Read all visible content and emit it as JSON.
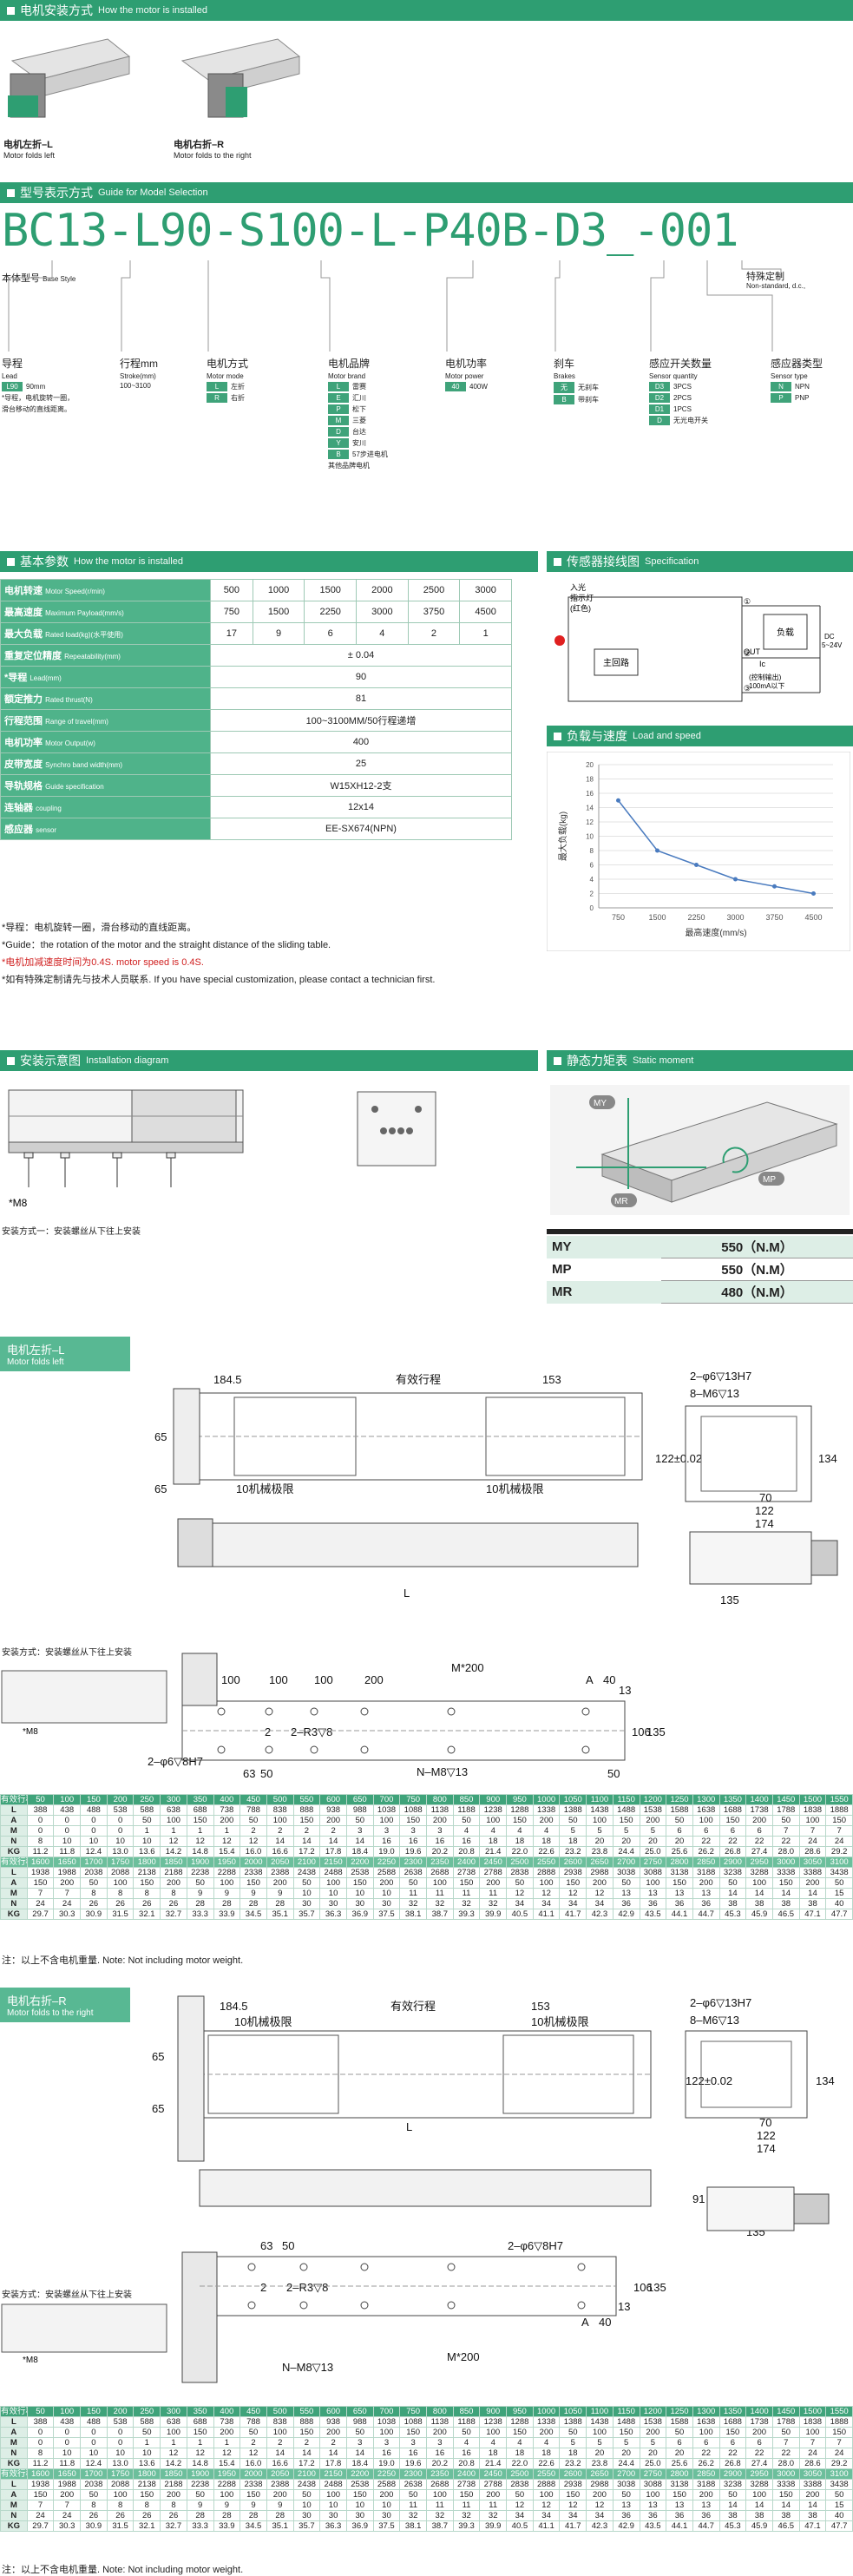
{
  "section1": {
    "title": "电机安装方式",
    "en": "How the motor is installed",
    "left_cn": "电机左折–L",
    "left_en": "Motor folds left",
    "right_cn": "电机右折–R",
    "right_en": "Motor folds to the right"
  },
  "section2": {
    "title": "型号表示方式",
    "en": "Guide for Model Selection"
  },
  "model": {
    "code": "BC13-L90-S100-L-P40B-D3_-001",
    "base_cn": "本体型号",
    "base_en": "Base Style",
    "custom_cn": "特殊定制",
    "custom_en": "Non-standard, d.c.,"
  },
  "legends": {
    "lead": {
      "cn": "导程",
      "en": "Lead",
      "tag": "L90",
      "val": "90mm",
      "note1": "*导程，电机旋转一圈，",
      "note2": "滑台移动的直线距离。"
    },
    "stroke": {
      "cn": "行程mm",
      "en": "Stroke(mm)",
      "val": "100~3100"
    },
    "mode": {
      "cn": "电机方式",
      "en": "Motor mode",
      "items": [
        [
          "L",
          "左折"
        ],
        [
          "R",
          "右折"
        ]
      ]
    },
    "brand": {
      "cn": "电机品牌",
      "en": "Motor brand",
      "items": [
        [
          "L",
          "雷赛"
        ],
        [
          "E",
          "汇川"
        ],
        [
          "P",
          "松下"
        ],
        [
          "M",
          "三菱"
        ],
        [
          "D",
          "台达"
        ],
        [
          "Y",
          "安川"
        ],
        [
          "B",
          "57步进电机"
        ]
      ],
      "extra": "其他品牌电机"
    },
    "power": {
      "cn": "电机功率",
      "en": "Motor power",
      "items": [
        [
          "40",
          "400W"
        ]
      ]
    },
    "brake": {
      "cn": "刹车",
      "en": "Brakes",
      "items": [
        [
          "无",
          "无刹车"
        ],
        [
          "B",
          "带刹车"
        ]
      ]
    },
    "sensor_qty": {
      "cn": "感应开关数量",
      "en": "Sensor quantity",
      "items": [
        [
          "D3",
          "3PCS"
        ],
        [
          "D2",
          "2PCS"
        ],
        [
          "D1",
          "1PCS"
        ],
        [
          "D",
          "无光电开关"
        ]
      ]
    },
    "sensor_type": {
      "cn": "感应器类型",
      "en": "Sensor type",
      "items": [
        [
          "N",
          "NPN"
        ],
        [
          "P",
          "PNP"
        ]
      ]
    }
  },
  "section3": {
    "title": "基本参数",
    "en": "How the motor is installed"
  },
  "params": [
    {
      "cn": "电机转速",
      "en": "Motor Speed(r/min)",
      "vals": [
        "500",
        "1000",
        "1500",
        "2000",
        "2500",
        "3000"
      ]
    },
    {
      "cn": "最高速度",
      "en": "Maximum Payload(mm/s)",
      "vals": [
        "750",
        "1500",
        "2250",
        "3000",
        "3750",
        "4500"
      ]
    },
    {
      "cn": "最大负载",
      "en": "Rated load(kg)(水平使用)",
      "vals": [
        "17",
        "9",
        "6",
        "4",
        "2",
        "1"
      ]
    },
    {
      "cn": "重复定位精度",
      "en": "Repeatability(mm)",
      "span": "± 0.04"
    },
    {
      "cn": "*导程",
      "en": "Lead(mm)",
      "span": "90"
    },
    {
      "cn": "额定推力",
      "en": "Rated thrust(N)",
      "span": "81"
    },
    {
      "cn": "行程范围",
      "en": "Range of travel(mm)",
      "span": "100~3100MM/50行程递增"
    },
    {
      "cn": "电机功率",
      "en": "Motor Output(w)",
      "span": "400"
    },
    {
      "cn": "皮带宽度",
      "en": "Synchro band width(mm)",
      "span": "25"
    },
    {
      "cn": "导轨规格",
      "en": "Guide specification",
      "span": "W15XH12-2支"
    },
    {
      "cn": "连轴器",
      "en": "coupling",
      "span": "12x14"
    },
    {
      "cn": "感应器",
      "en": "sensor",
      "span": "EE-SX674(NPN)"
    }
  ],
  "param_notes": {
    "n1": "*导程：电机旋转一圈，滑台移动的直线距离。",
    "n2": "*Guide：the rotation of the motor and the straight distance of the sliding table.",
    "n3": "*电机加减速度时间为0.4S.   motor speed is 0.4S.",
    "n4": "*如有特殊定制请先与技术人员联系.    If you have special customization, please contact a technician first."
  },
  "section4": {
    "title": "传感器接线图",
    "en": "Specification",
    "light": "入光",
    "light2": "指示灯",
    "light3": "(红色)",
    "main": "主回路",
    "load": "负载",
    "out": "OUT",
    "ic": "Ic",
    "ctrl": "(控制输出)",
    "ctrl2": "100mA以下",
    "dc": "DC",
    "volt": "5~24V",
    "p1": "①",
    "p2": "②",
    "p3": "③"
  },
  "section5": {
    "title": "负载与速度",
    "en": "Load and speed"
  },
  "chart_data": {
    "type": "line",
    "x": [
      750,
      1500,
      2250,
      3000,
      3750,
      4500
    ],
    "y": [
      15,
      8,
      6,
      4,
      3,
      2
    ],
    "xlabel": "最高速度(mm/s)",
    "ylabel": "最大负载(kg)",
    "xticks": [
      "750",
      "1500",
      "2250",
      "3000",
      "3750",
      "4500"
    ],
    "yticks": [
      "0",
      "2",
      "4",
      "6",
      "8",
      "10",
      "12",
      "14",
      "16",
      "18",
      "20"
    ],
    "ylim": [
      0,
      20
    ],
    "color": "#4a7bbf",
    "grid": true
  },
  "section6": {
    "title": "安装示意图",
    "en": "Installation diagram",
    "m8": "*M8",
    "method": "安装方式一：安装螺丝从下往上安装"
  },
  "section7": {
    "title": "静态力矩表",
    "en": "Static moment",
    "my": "MY",
    "mp": "MP",
    "mr": "MR"
  },
  "moments": [
    [
      "MY",
      "550（N.M）"
    ],
    [
      "MP",
      "550（N.M）"
    ],
    [
      "MR",
      "480（N.M）"
    ]
  ],
  "left_block": {
    "cn": "电机左折–L",
    "en": "Motor folds left"
  },
  "right_block": {
    "cn": "电机右折–R",
    "en": "Motor folds to the right"
  },
  "drawing": {
    "d1845": "184.5",
    "eff": "有效行程",
    "d153": "153",
    "hole13": "2–φ6▽13H7",
    "m6": "8–M6▽13",
    "d65": "65",
    "d122": "122±0.02",
    "d134": "134",
    "d70": "70",
    "d122b": "122",
    "d174": "174",
    "lim": "10机械极限",
    "L": "L",
    "d91": "91",
    "d135": "135",
    "d100": "100",
    "d200": "200",
    "m200": "M*200",
    "A": "A",
    "d40": "40",
    "d13": "13",
    "r3": "2–R3▽8",
    "phi": "2–φ6▽8H7",
    "d63": "63",
    "d50": "50",
    "nm8": "N–M8▽13",
    "d106": "106",
    "d2": "2",
    "method": "安装方式：安装螺丝从下往上安装",
    "m8": "*M8"
  },
  "dimtable": {
    "header_label": "有效行程",
    "strokes": [
      "50",
      "100",
      "150",
      "200",
      "250",
      "300",
      "350",
      "400",
      "450",
      "500",
      "550",
      "600",
      "650",
      "700",
      "750",
      "800",
      "850",
      "900",
      "950",
      "1000",
      "1050",
      "1100",
      "1150",
      "1200",
      "1250",
      "1300",
      "1350",
      "1400",
      "1450",
      "1500",
      "1550"
    ],
    "rows": [
      {
        "k": "L",
        "v": [
          "388",
          "438",
          "488",
          "538",
          "588",
          "638",
          "688",
          "738",
          "788",
          "838",
          "888",
          "938",
          "988",
          "1038",
          "1088",
          "1138",
          "1188",
          "1238",
          "1288",
          "1338",
          "1388",
          "1438",
          "1488",
          "1538",
          "1588",
          "1638",
          "1688",
          "1738",
          "1788",
          "1838",
          "1888"
        ]
      },
      {
        "k": "A",
        "v": [
          "0",
          "0",
          "0",
          "0",
          "50",
          "100",
          "150",
          "200",
          "50",
          "100",
          "150",
          "200",
          "50",
          "100",
          "150",
          "200",
          "50",
          "100",
          "150",
          "200",
          "50",
          "100",
          "150",
          "200",
          "50",
          "100",
          "150",
          "200",
          "50",
          "100",
          "150"
        ]
      },
      {
        "k": "M",
        "v": [
          "0",
          "0",
          "0",
          "0",
          "1",
          "1",
          "1",
          "1",
          "2",
          "2",
          "2",
          "2",
          "3",
          "3",
          "3",
          "3",
          "4",
          "4",
          "4",
          "4",
          "5",
          "5",
          "5",
          "5",
          "6",
          "6",
          "6",
          "6",
          "7",
          "7",
          "7"
        ]
      },
      {
        "k": "N",
        "v": [
          "8",
          "10",
          "10",
          "10",
          "10",
          "12",
          "12",
          "12",
          "12",
          "14",
          "14",
          "14",
          "14",
          "16",
          "16",
          "16",
          "16",
          "18",
          "18",
          "18",
          "18",
          "20",
          "20",
          "20",
          "20",
          "22",
          "22",
          "22",
          "22",
          "24",
          "24"
        ]
      },
      {
        "k": "KG",
        "v": [
          "11.2",
          "11.8",
          "12.4",
          "13.0",
          "13.6",
          "14.2",
          "14.8",
          "15.4",
          "16.0",
          "16.6",
          "17.2",
          "17.8",
          "18.4",
          "19.0",
          "19.6",
          "20.2",
          "20.8",
          "21.4",
          "22.0",
          "22.6",
          "23.2",
          "23.8",
          "24.4",
          "25.0",
          "25.6",
          "26.2",
          "26.8",
          "27.4",
          "28.0",
          "28.6",
          "29.2"
        ]
      }
    ],
    "strokes2": [
      "1600",
      "1650",
      "1700",
      "1750",
      "1800",
      "1850",
      "1900",
      "1950",
      "2000",
      "2050",
      "2100",
      "2150",
      "2200",
      "2250",
      "2300",
      "2350",
      "2400",
      "2450",
      "2500",
      "2550",
      "2600",
      "2650",
      "2700",
      "2750",
      "2800",
      "2850",
      "2900",
      "2950",
      "3000",
      "3050",
      "3100"
    ],
    "rows2": [
      {
        "k": "L",
        "v": [
          "1938",
          "1988",
          "2038",
          "2088",
          "2138",
          "2188",
          "2238",
          "2288",
          "2338",
          "2388",
          "2438",
          "2488",
          "2538",
          "2588",
          "2638",
          "2688",
          "2738",
          "2788",
          "2838",
          "2888",
          "2938",
          "2988",
          "3038",
          "3088",
          "3138",
          "3188",
          "3238",
          "3288",
          "3338",
          "3388",
          "3438"
        ]
      },
      {
        "k": "A",
        "v": [
          "150",
          "200",
          "50",
          "100",
          "150",
          "200",
          "50",
          "100",
          "150",
          "200",
          "50",
          "100",
          "150",
          "200",
          "50",
          "100",
          "150",
          "200",
          "50",
          "100",
          "150",
          "200",
          "50",
          "100",
          "150",
          "200",
          "50",
          "100",
          "150",
          "200",
          "50"
        ]
      },
      {
        "k": "M",
        "v": [
          "7",
          "7",
          "8",
          "8",
          "8",
          "8",
          "9",
          "9",
          "9",
          "9",
          "10",
          "10",
          "10",
          "10",
          "11",
          "11",
          "11",
          "11",
          "12",
          "12",
          "12",
          "12",
          "13",
          "13",
          "13",
          "13",
          "14",
          "14",
          "14",
          "14",
          "15"
        ]
      },
      {
        "k": "N",
        "v": [
          "24",
          "24",
          "26",
          "26",
          "26",
          "26",
          "28",
          "28",
          "28",
          "28",
          "30",
          "30",
          "30",
          "30",
          "32",
          "32",
          "32",
          "32",
          "34",
          "34",
          "34",
          "34",
          "36",
          "36",
          "36",
          "36",
          "38",
          "38",
          "38",
          "38",
          "40"
        ]
      },
      {
        "k": "KG",
        "v": [
          "29.7",
          "30.3",
          "30.9",
          "31.5",
          "32.1",
          "32.7",
          "33.3",
          "33.9",
          "34.5",
          "35.1",
          "35.7",
          "36.3",
          "36.9",
          "37.5",
          "38.1",
          "38.7",
          "39.3",
          "39.9",
          "40.5",
          "41.1",
          "41.7",
          "42.3",
          "42.9",
          "43.5",
          "44.1",
          "44.7",
          "45.3",
          "45.9",
          "46.5",
          "47.1",
          "47.7"
        ]
      }
    ],
    "note": "注：以上不含电机重量. Note: Not including motor weight."
  }
}
